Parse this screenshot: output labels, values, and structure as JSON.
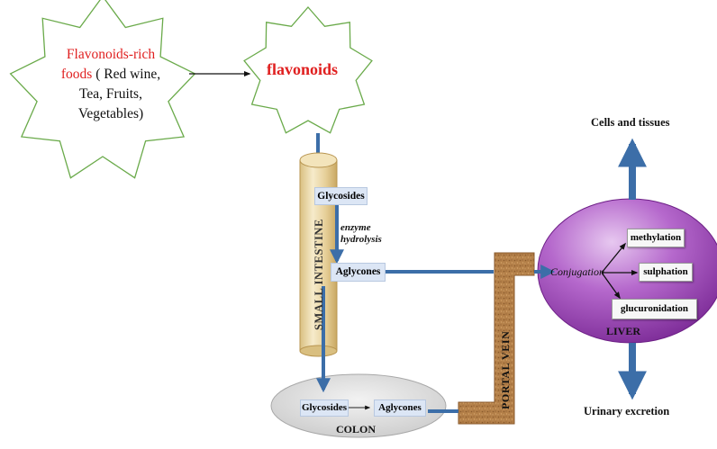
{
  "source_box": {
    "line1_red": "Flavonoids-rich",
    "line2_red": "foods",
    "line2_rest": " ( Red wine,",
    "line3": "Tea, Fruits,",
    "line4": "Vegetables)"
  },
  "flavonoids_label": "flavonoids",
  "small_intestine": {
    "label": "SMALL INTESTINE",
    "glycosides": "Glycosides",
    "enzyme_line1": "enzyme",
    "enzyme_line2": "hydrolysis",
    "aglycones": "Aglycones"
  },
  "colon": {
    "label": "COLON",
    "glycosides": "Glycosides",
    "aglycones": "Aglycones"
  },
  "portal_vein_label": "PORTAL VEIN",
  "liver": {
    "label": "LIVER",
    "conjugation": "Conjugation",
    "methylation": "methylation",
    "sulphation": "sulphation",
    "glucuronidation": "glucuronidation"
  },
  "cells_tissues_label": "Cells and tissues",
  "urinary_excretion_label": "Urinary excretion",
  "colors": {
    "star_stroke": "#6aaa4a",
    "red_text": "#e02020",
    "arrow_blue": "#3c6ea8",
    "liver_purple": "#9b3fb5",
    "portal_brown": "#b07a44",
    "intestine_tan": "#ead7a8"
  }
}
